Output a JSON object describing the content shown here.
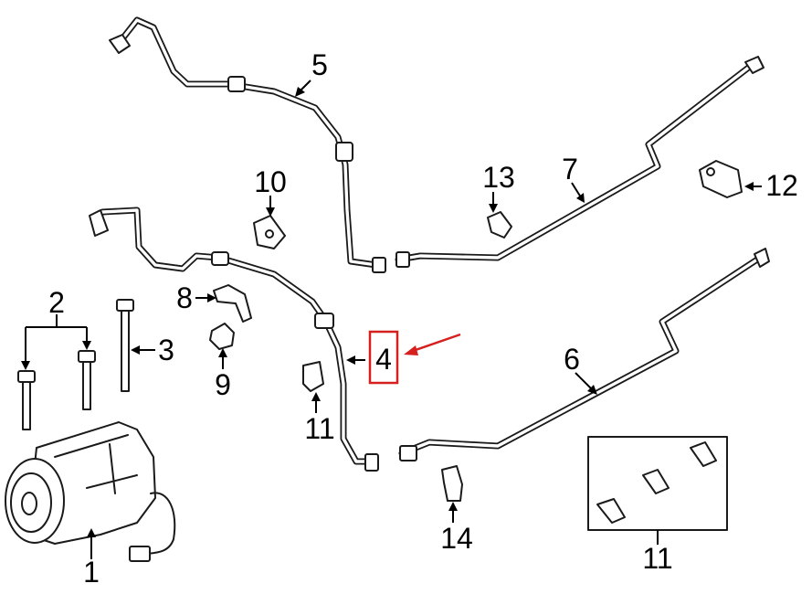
{
  "callouts": {
    "c1": "1",
    "c2": "2",
    "c3": "3",
    "c4": "4",
    "c5": "5",
    "c6": "6",
    "c7": "7",
    "c8": "8",
    "c9": "9",
    "c10": "10",
    "c11a": "11",
    "c11b": "11",
    "c12": "12",
    "c13": "13",
    "c14": "14"
  },
  "colors": {
    "linework": "#1a1a1a",
    "highlight": "#d62020",
    "background": "#ffffff"
  },
  "highlighted_part": "4"
}
